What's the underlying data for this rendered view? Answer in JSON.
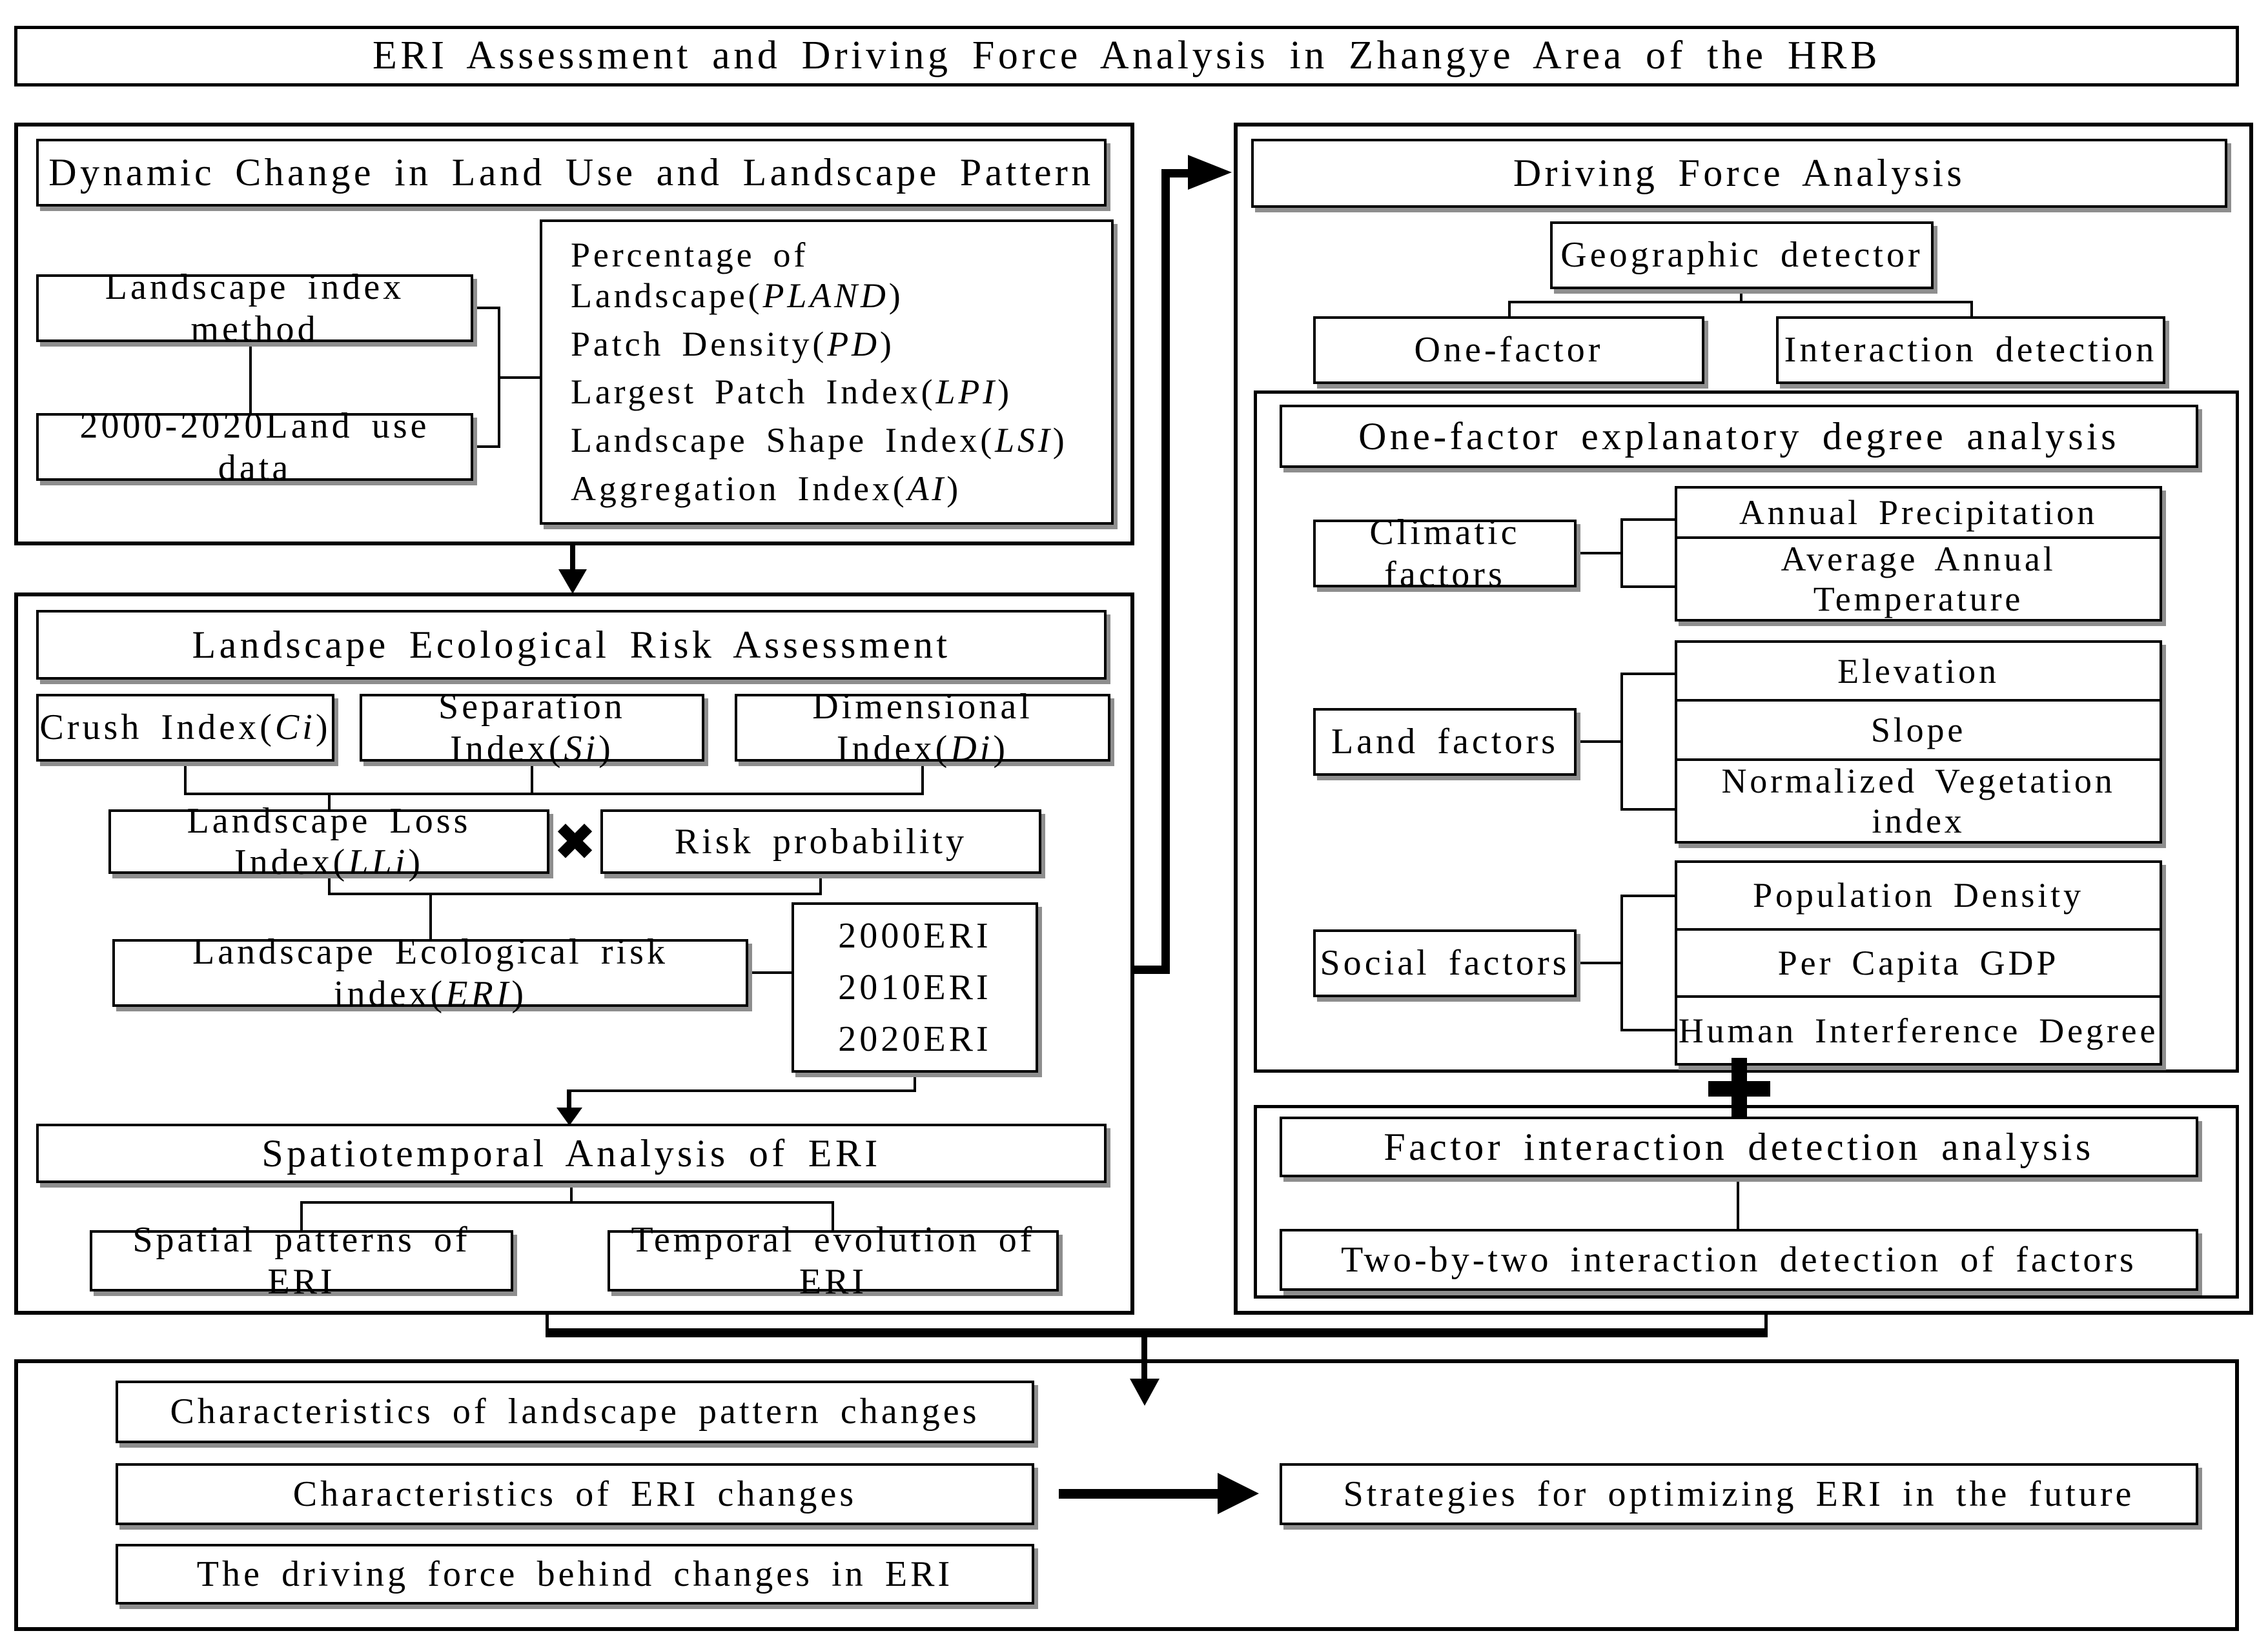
{
  "title": "ERI Assessment and Driving Force Analysis in Zhangye Area of the HRB",
  "top_left": {
    "header": "Dynamic Change in Land Use and Landscape Pattern",
    "method_box": "Landscape index method",
    "data_box": "2000-2020Land use data",
    "indices": [
      {
        "pre": "Percentage of Landscape(",
        "it": "PLAND",
        "post": ")"
      },
      {
        "pre": "Patch Density(",
        "it": "PD",
        "post": ")"
      },
      {
        "pre": "Largest Patch Index(",
        "it": "LPI",
        "post": ")"
      },
      {
        "pre": "Landscape Shape Index(",
        "it": "LSI",
        "post": ")"
      },
      {
        "pre": "Aggregation Index(",
        "it": "AI",
        "post": ")"
      }
    ]
  },
  "mid_left": {
    "header": "Landscape Ecological Risk Assessment",
    "crush": {
      "pre": "Crush Index(",
      "it": "Ci",
      "post": ")"
    },
    "separation": {
      "pre": "Separation Index(",
      "it": "Si",
      "post": ")"
    },
    "dimensional": {
      "pre": "Dimensional Index(",
      "it": "Di",
      "post": ")"
    },
    "loss": {
      "pre": "Landscape Loss Index(",
      "it": "LLi",
      "post": ")"
    },
    "multiply_icon": "✖",
    "risk": "Risk probability",
    "eri": {
      "pre": "Landscape Ecological risk index(",
      "it": "ERI",
      "post": ")"
    },
    "years": [
      "2000ERI",
      "2010ERI",
      "2020ERI"
    ],
    "spatiotemporal": "Spatiotemporal Analysis of ERI",
    "spatial": "Spatial patterns of ERI",
    "temporal": "Temporal evolution of ERI"
  },
  "right": {
    "header": "Driving Force Analysis",
    "geo_detector": "Geographic detector",
    "one_factor": "One-factor",
    "interaction_detection": "Interaction detection",
    "one_factor_panel": {
      "header": "One-factor explanatory degree analysis",
      "groups": [
        {
          "label": "Climatic factors",
          "items": [
            "Annual Precipitation",
            "Average Annual Temperature"
          ]
        },
        {
          "label": "Land factors",
          "items": [
            "Elevation",
            "Slope",
            "Normalized Vegetation index"
          ]
        },
        {
          "label": "Social factors",
          "items": [
            "Population Density",
            "Per Capita GDP",
            "Human Interference Degree"
          ]
        }
      ]
    },
    "plus_icon": "+",
    "interaction_panel": {
      "header": "Factor interaction detection analysis",
      "detail": "Two-by-two interaction detection of factors"
    }
  },
  "bottom": {
    "findings": [
      "Characteristics of landscape pattern changes",
      "Characteristics of ERI changes",
      "The driving force behind changes in ERI"
    ],
    "strategy": "Strategies for optimizing ERI in the future"
  },
  "colors": {
    "ink": "#000000",
    "paper": "#ffffff"
  }
}
